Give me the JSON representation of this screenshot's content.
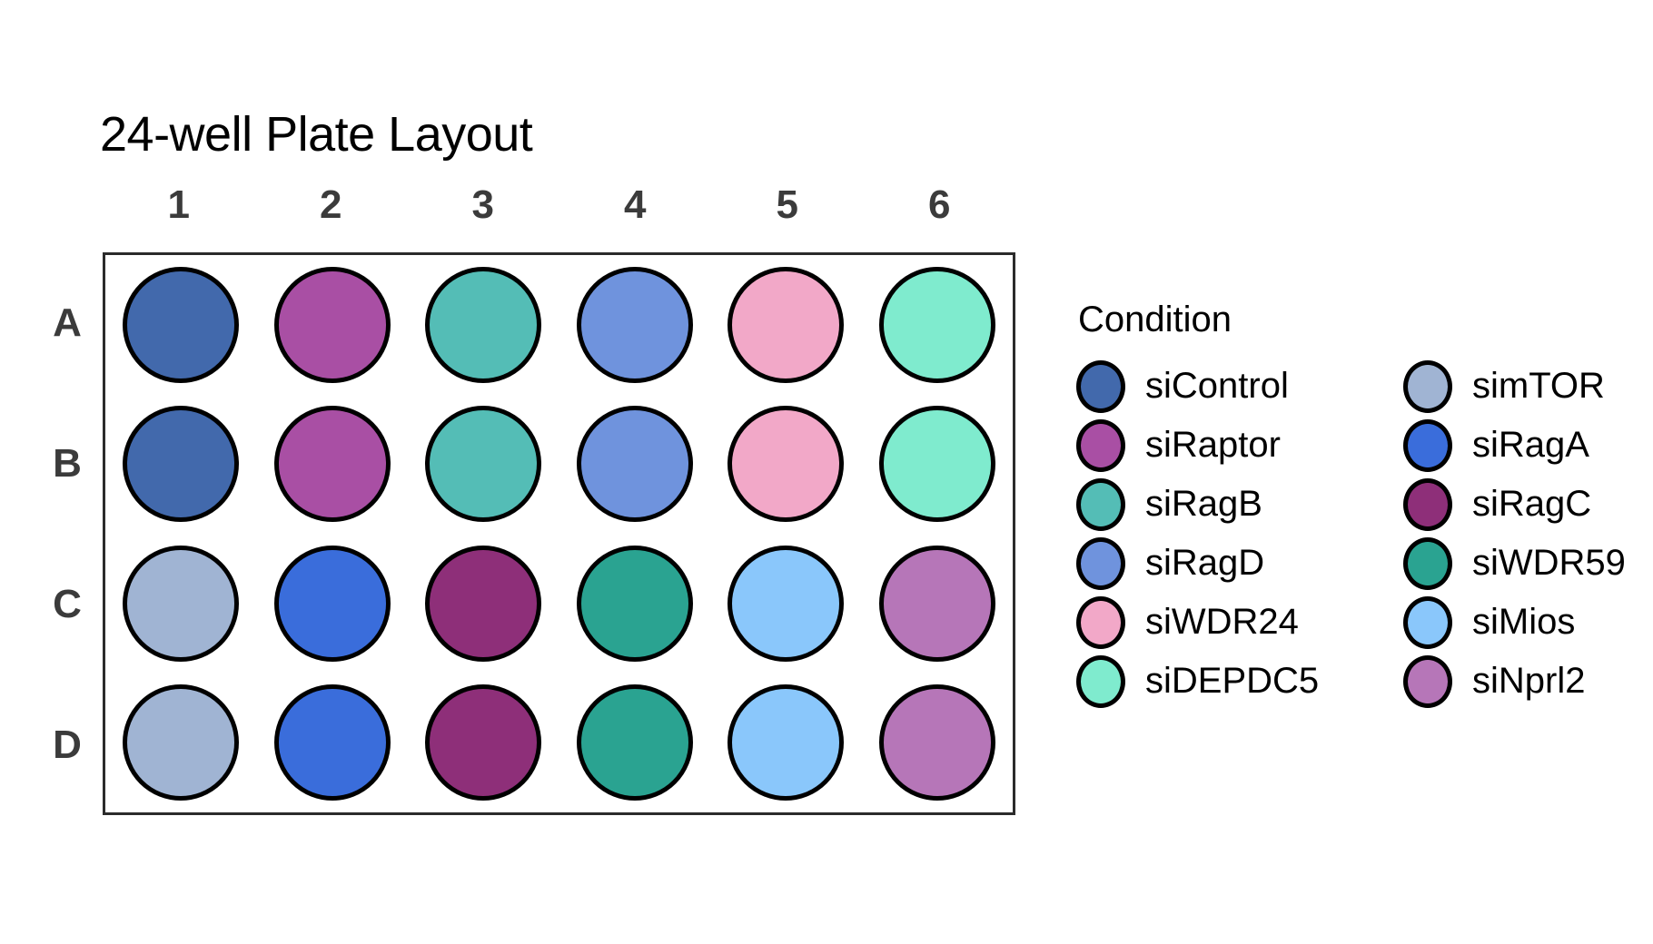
{
  "title": "24-well Plate Layout",
  "plate": {
    "row_labels": [
      "A",
      "B",
      "C",
      "D"
    ],
    "column_labels": [
      "1",
      "2",
      "3",
      "4",
      "5",
      "6"
    ]
  },
  "legend": {
    "title": "Condition",
    "left_column": [
      {
        "label": "siControl",
        "color": "#4269ac"
      },
      {
        "label": "siRaptor",
        "color": "#a94fa4"
      },
      {
        "label": "siRagB",
        "color": "#54bdb6"
      },
      {
        "label": "siRagD",
        "color": "#6f93dd"
      },
      {
        "label": "siWDR24",
        "color": "#f2a8c8"
      },
      {
        "label": "siDEPDC5",
        "color": "#7febce"
      }
    ],
    "right_column": [
      {
        "label": "simTOR",
        "color": "#a0b4d3"
      },
      {
        "label": "siRagA",
        "color": "#3a6ddb"
      },
      {
        "label": "siRagC",
        "color": "#8e2f79"
      },
      {
        "label": "siWDR59",
        "color": "#2aa391"
      },
      {
        "label": "siMios",
        "color": "#8ac7fb"
      },
      {
        "label": "siNprl2",
        "color": "#b676b8"
      }
    ]
  },
  "chart_data": {
    "type": "heatmap",
    "title": "24-well Plate Layout",
    "xlabel": "",
    "ylabel": "",
    "categories": [
      "1",
      "2",
      "3",
      "4",
      "5",
      "6"
    ],
    "rows": [
      "A",
      "B",
      "C",
      "D"
    ],
    "legend_position": "right",
    "grid": false,
    "wells": [
      {
        "well": "A1",
        "row": "A",
        "col": "1",
        "condition": "siControl",
        "color": "#4269ac"
      },
      {
        "well": "A2",
        "row": "A",
        "col": "2",
        "condition": "siRaptor",
        "color": "#a94fa4"
      },
      {
        "well": "A3",
        "row": "A",
        "col": "3",
        "condition": "siRagB",
        "color": "#54bdb6"
      },
      {
        "well": "A4",
        "row": "A",
        "col": "4",
        "condition": "siRagD",
        "color": "#6f93dd"
      },
      {
        "well": "A5",
        "row": "A",
        "col": "5",
        "condition": "siWDR24",
        "color": "#f2a8c8"
      },
      {
        "well": "A6",
        "row": "A",
        "col": "6",
        "condition": "siDEPDC5",
        "color": "#7febce"
      },
      {
        "well": "B1",
        "row": "B",
        "col": "1",
        "condition": "siControl",
        "color": "#4269ac"
      },
      {
        "well": "B2",
        "row": "B",
        "col": "2",
        "condition": "siRaptor",
        "color": "#a94fa4"
      },
      {
        "well": "B3",
        "row": "B",
        "col": "3",
        "condition": "siRagB",
        "color": "#54bdb6"
      },
      {
        "well": "B4",
        "row": "B",
        "col": "4",
        "condition": "siRagD",
        "color": "#6f93dd"
      },
      {
        "well": "B5",
        "row": "B",
        "col": "5",
        "condition": "siWDR24",
        "color": "#f2a8c8"
      },
      {
        "well": "B6",
        "row": "B",
        "col": "6",
        "condition": "siDEPDC5",
        "color": "#7febce"
      },
      {
        "well": "C1",
        "row": "C",
        "col": "1",
        "condition": "simTOR",
        "color": "#a0b4d3"
      },
      {
        "well": "C2",
        "row": "C",
        "col": "2",
        "condition": "siRagA",
        "color": "#3a6ddb"
      },
      {
        "well": "C3",
        "row": "C",
        "col": "3",
        "condition": "siRagC",
        "color": "#8e2f79"
      },
      {
        "well": "C4",
        "row": "C",
        "col": "4",
        "condition": "siWDR59",
        "color": "#2aa391"
      },
      {
        "well": "C5",
        "row": "C",
        "col": "5",
        "condition": "siMios",
        "color": "#8ac7fb"
      },
      {
        "well": "C6",
        "row": "C",
        "col": "6",
        "condition": "siNprl2",
        "color": "#b676b8"
      },
      {
        "well": "D1",
        "row": "D",
        "col": "1",
        "condition": "simTOR",
        "color": "#a0b4d3"
      },
      {
        "well": "D2",
        "row": "D",
        "col": "2",
        "condition": "siRagA",
        "color": "#3a6ddb"
      },
      {
        "well": "D3",
        "row": "D",
        "col": "3",
        "condition": "siRagC",
        "color": "#8e2f79"
      },
      {
        "well": "D4",
        "row": "D",
        "col": "4",
        "condition": "siWDR59",
        "color": "#2aa391"
      },
      {
        "well": "D5",
        "row": "D",
        "col": "5",
        "condition": "siMios",
        "color": "#8ac7fb"
      },
      {
        "well": "D6",
        "row": "D",
        "col": "6",
        "condition": "siNprl2",
        "color": "#b676b8"
      }
    ]
  }
}
